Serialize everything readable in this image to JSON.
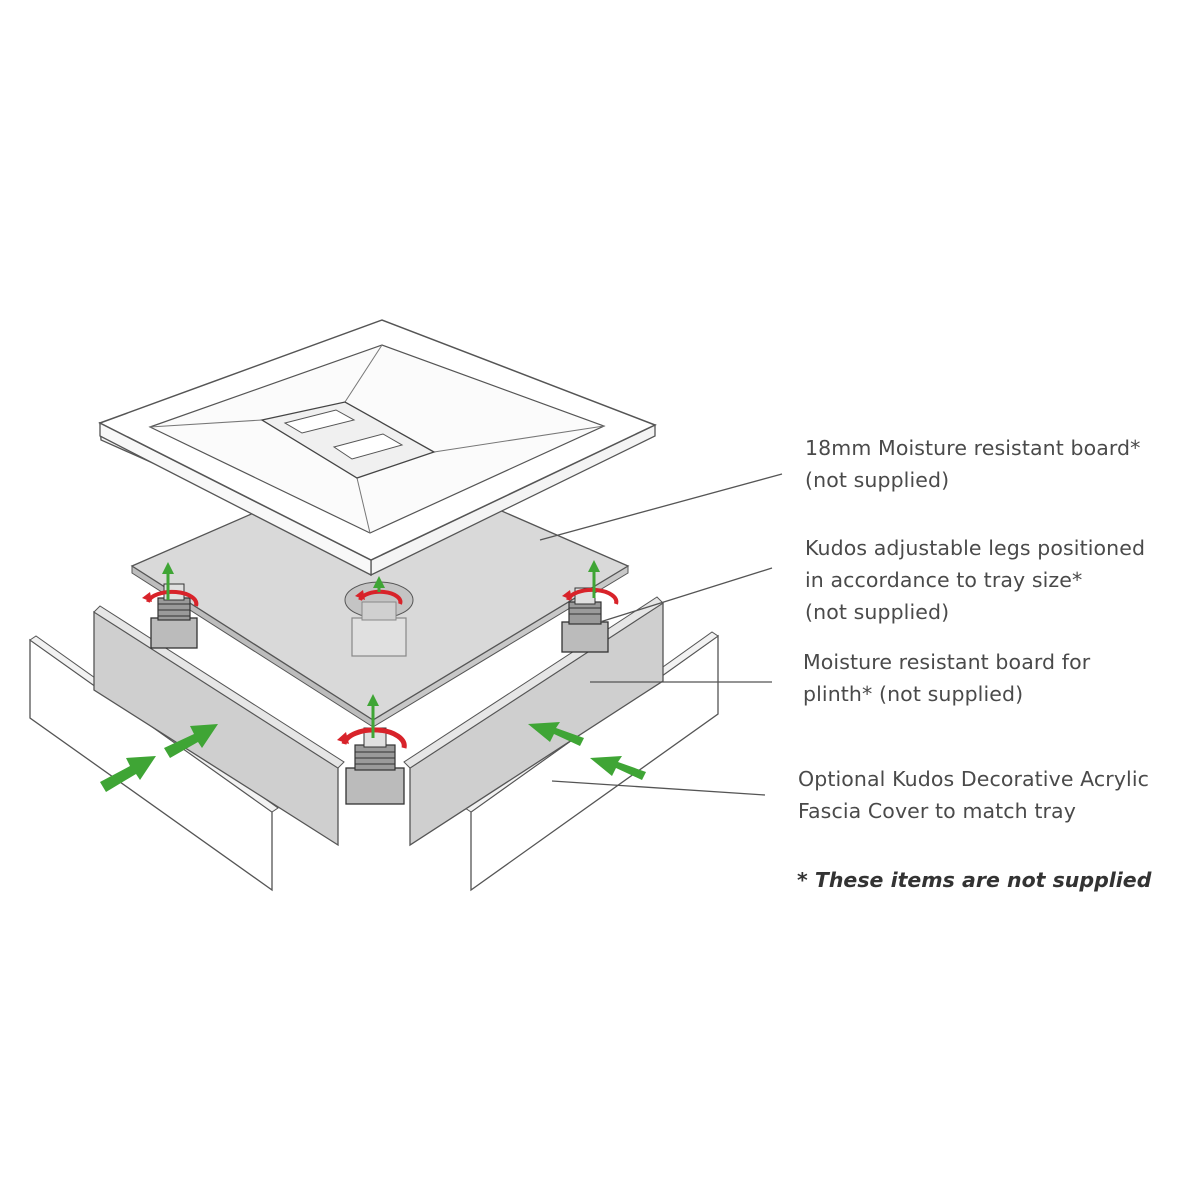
{
  "callouts": {
    "board": {
      "line1": "18mm Moisture resistant board*",
      "line2": "(not supplied)"
    },
    "legs": {
      "line1": "Kudos adjustable legs positioned",
      "line2": "in accordance to tray size*",
      "line3": "(not supplied)"
    },
    "plinth": {
      "line1": "Moisture resistant board for",
      "line2": "plinth* (not supplied)"
    },
    "fascia": {
      "line1": "Optional Kudos Decorative Acrylic",
      "line2": "Fascia Cover to match tray"
    }
  },
  "footnote": "* These items are not supplied",
  "colors": {
    "outline": "#555555",
    "board_fill": "#d9d9d9",
    "plinth_fill": "#cfcfcf",
    "arrow_green": "#3fa535",
    "rotate_red": "#d8232a",
    "callout_text": "#4a4a4a"
  }
}
